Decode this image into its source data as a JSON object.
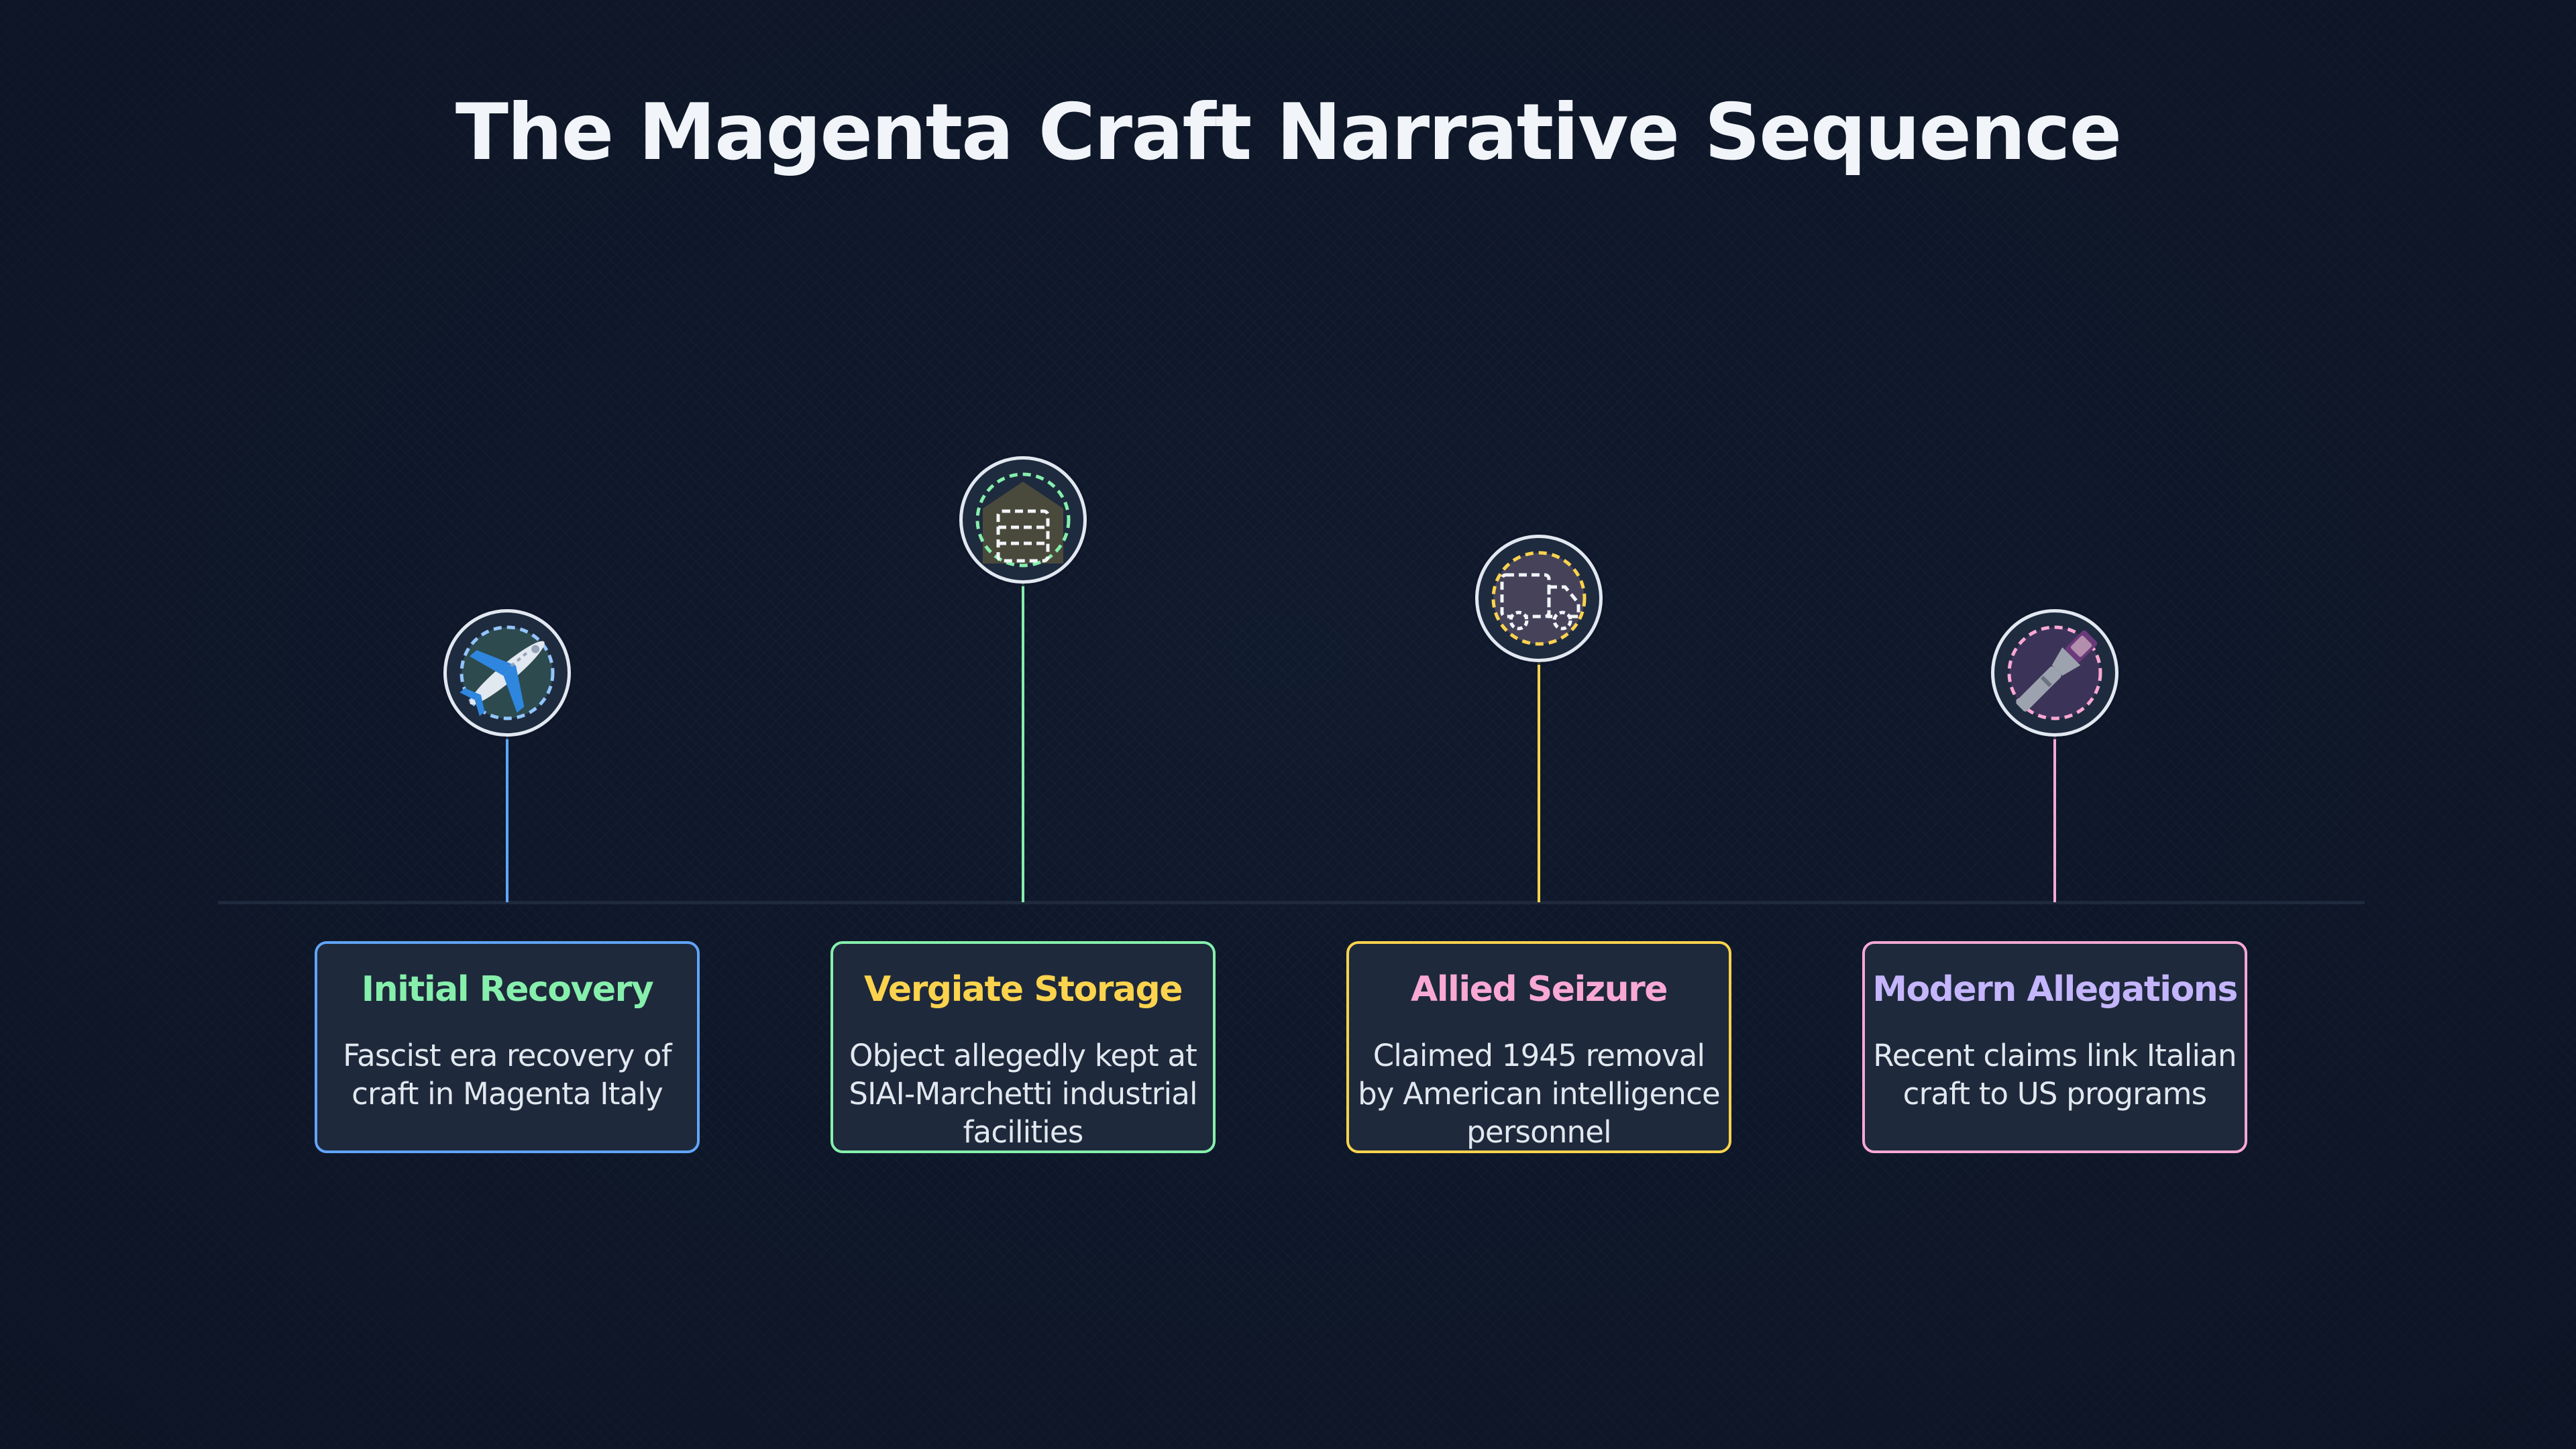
{
  "title": "The Magenta Craft Narrative Sequence",
  "colors": {
    "background": "#101a2d",
    "card_background": "#1e293b",
    "blue": "#60a5fa",
    "green": "#86efac",
    "yellow": "#fcd34d",
    "pink": "#f9a8d4",
    "purple": "#c4b5fd"
  },
  "events": [
    {
      "title": "Initial Recovery",
      "description": "Fascist era recovery of craft in Magenta Italy",
      "icon": "airplane-icon",
      "stem_color": "#60a5fa",
      "border_color": "#60a5fa",
      "title_color": "#86efac"
    },
    {
      "title": "Vergiate Storage",
      "description": "Object allegedly kept at SIAI-Marchetti industrial facilities",
      "icon": "warehouse-icon",
      "stem_color": "#86efac",
      "border_color": "#86efac",
      "title_color": "#fcd34d"
    },
    {
      "title": "Allied Seizure",
      "description": "Claimed 1945 removal by American intelligence personnel",
      "icon": "truck-icon",
      "stem_color": "#fcd34d",
      "border_color": "#fcd34d",
      "title_color": "#f9a8d4"
    },
    {
      "title": "Modern Allegations",
      "description": "Recent claims link Italian craft to US programs",
      "icon": "flashlight-icon",
      "stem_color": "#f9a8d4",
      "border_color": "#f9a8d4",
      "title_color": "#c4b5fd"
    }
  ]
}
